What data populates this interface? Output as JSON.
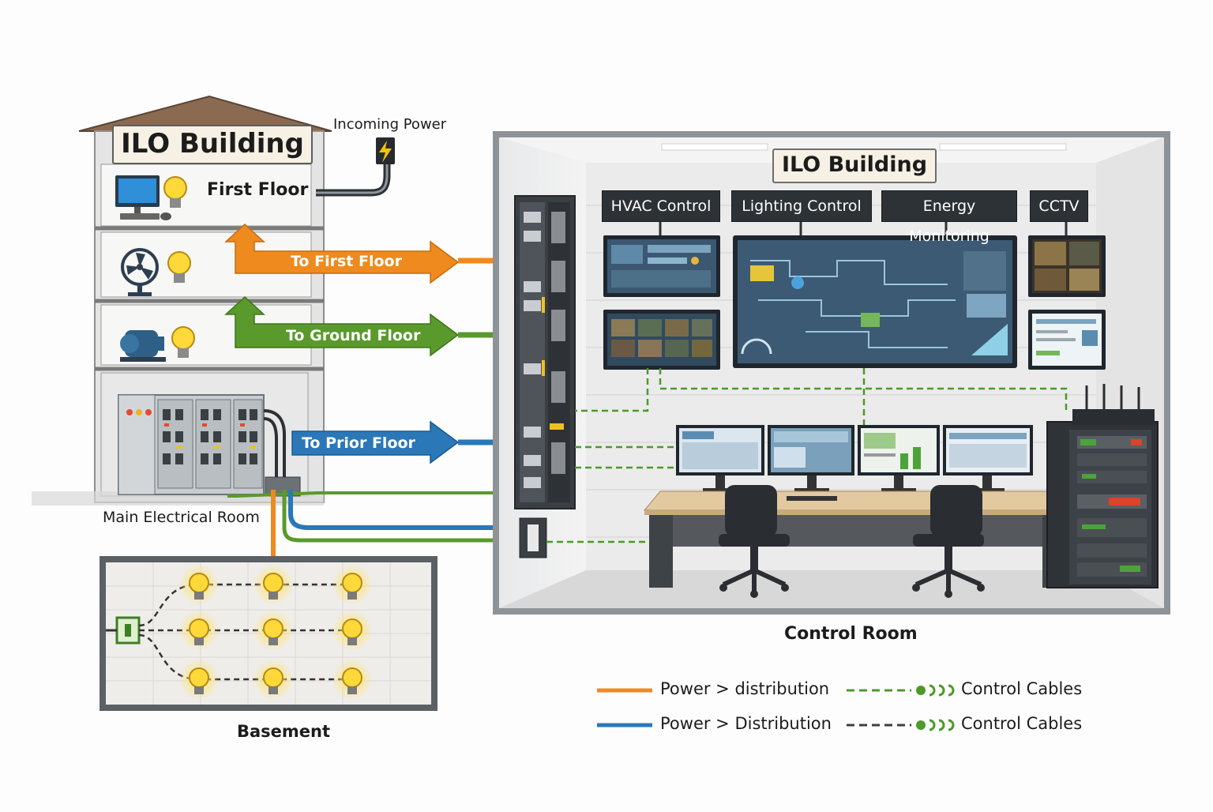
{
  "building": {
    "title": "ILO Building",
    "incoming_power": "Incoming Power",
    "first_floor": "First Floor",
    "main_electrical_room": "Main Electrical Room",
    "basement": "Basement"
  },
  "arrows": {
    "first_floor": "To First Floor",
    "ground_floor": "To Ground Floor",
    "prior_floor": "To Prior Floor"
  },
  "control_room": {
    "title": "ILO Building",
    "caption": "Control Room",
    "systems": [
      "HVAC Control",
      "Lighting Control",
      "Energy Monitoring",
      "CCTV"
    ]
  },
  "legend": [
    {
      "label": "Power > distribution",
      "color": "#ee8a1e",
      "control_label": "Control Cables"
    },
    {
      "label": "Power > Distribution",
      "color": "#2a78b8",
      "control_label": "Control Cables"
    }
  ],
  "colors": {
    "power_orange": "#ee8a1e",
    "power_green": "#5a9a2c",
    "power_blue": "#2a78b8",
    "control_green": "#4c9a2a",
    "screen_dark": "#2f3b47",
    "roof": "#8b6a52"
  }
}
